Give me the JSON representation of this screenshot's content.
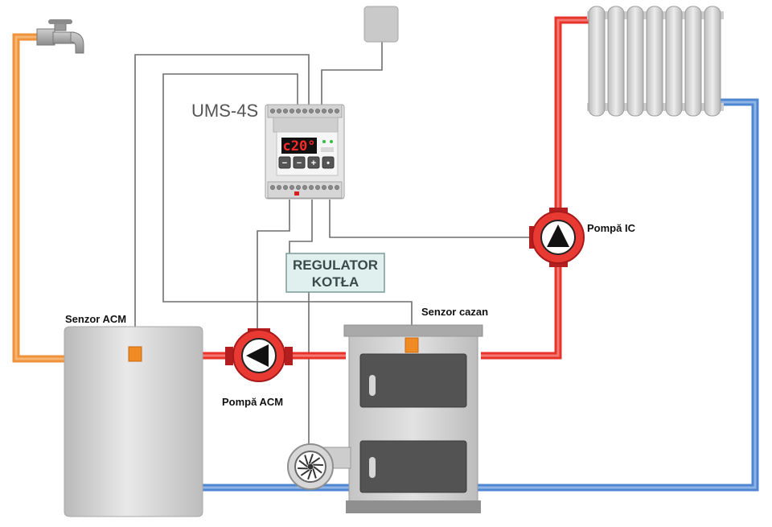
{
  "controller": {
    "model": "UMS-4S",
    "display": "c20°",
    "buttons": [
      "−",
      "−",
      "+",
      "•"
    ]
  },
  "regulator": {
    "line1": "REGULATOR",
    "line2": "KOTŁA"
  },
  "labels": {
    "sensor_acm": "Senzor ACM",
    "sensor_boiler": "Senzor cazan",
    "pump_acm": "Pompă ACM",
    "pump_ic": "Pompă IC"
  },
  "colors": {
    "hot_pipe": "#e8332b",
    "cold_pipe": "#4f86d1",
    "dhw_pipe": "#f0923a",
    "sensor": "#f08a24",
    "regulator_bg": "#dff0ee",
    "boiler_body": "#bdbdbd",
    "tank_body": "#cfcfcf"
  },
  "icons": [
    "faucet-icon",
    "radiator-icon",
    "pump-icon",
    "fan-icon",
    "sensor-icon"
  ]
}
